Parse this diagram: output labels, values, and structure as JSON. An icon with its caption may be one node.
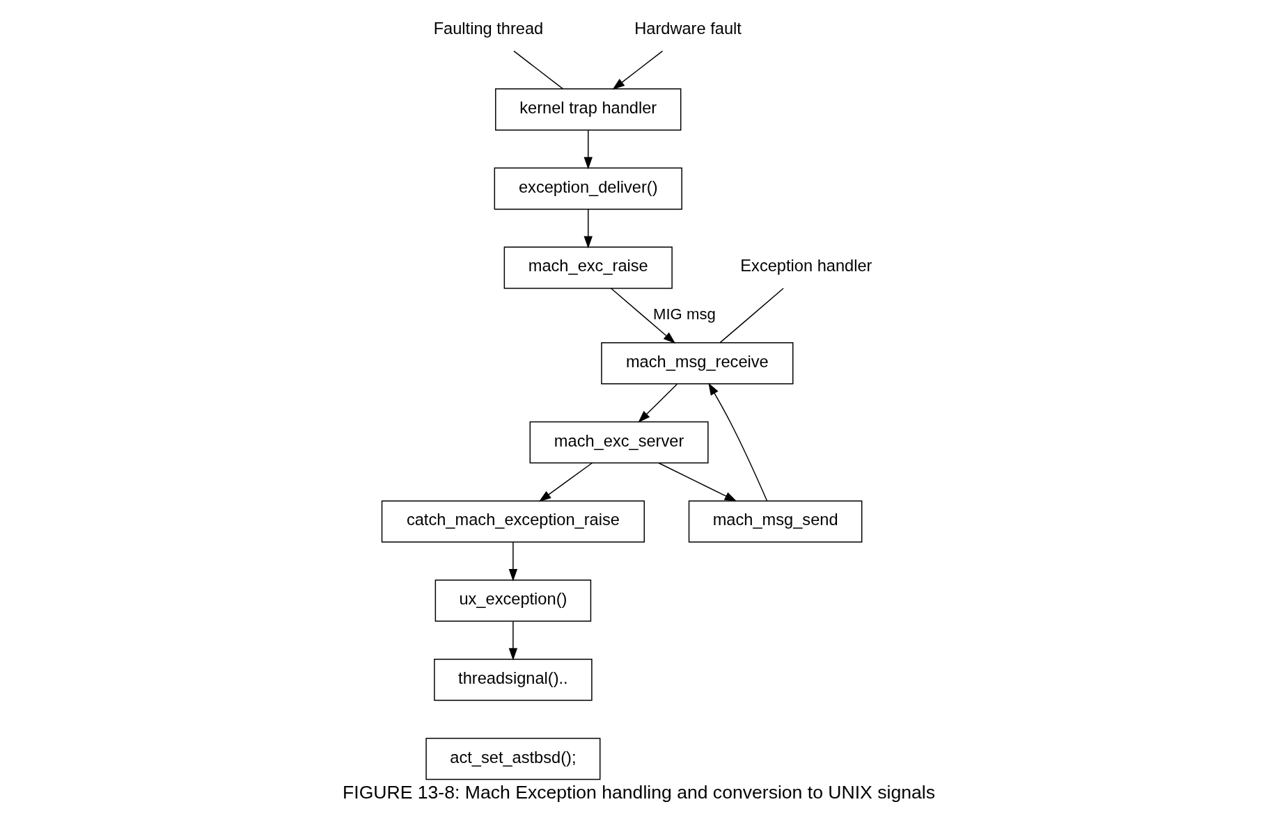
{
  "diagram": {
    "caption": "FIGURE 13-8: Mach Exception handling and conversion to UNIX signals",
    "nodes": [
      {
        "text": [
          "Faulting thread"
        ]
      },
      {
        "text": [
          "Hardware fault"
        ]
      },
      {
        "text": [
          "kernel trap handler"
        ]
      },
      {
        "text": [
          "exception_deliver()"
        ]
      },
      {
        "text": [
          "mach_exc_raise"
        ]
      },
      {
        "text": [
          "Exception handler"
        ]
      },
      {
        "text": [
          "mach_msg_receive"
        ]
      },
      {
        "text": [
          "mach_exc_server"
        ]
      },
      {
        "text": [
          "mach_msg_send"
        ]
      },
      {
        "text": [
          "catch_mach_exception_raise"
        ]
      },
      {
        "text": [
          "ux_exception()"
        ]
      },
      {
        "text": [
          "threadsignal().."
        ]
      },
      {
        "text": [
          "act_set_astbsd();"
        ]
      }
    ],
    "edges": [
      {
        "from": 0,
        "to": 2,
        "arrow": "none"
      },
      {
        "from": 1,
        "to": 2,
        "arrow": "to"
      },
      {
        "from": 2,
        "to": 3,
        "arrow": "to"
      },
      {
        "from": 3,
        "to": 4,
        "arrow": "to"
      },
      {
        "from": 4,
        "to": 6,
        "arrow": "to",
        "label": "MIG msg"
      },
      {
        "from": 5,
        "to": 6,
        "arrow": "none"
      },
      {
        "from": 6,
        "to": 7,
        "arrow": "to"
      },
      {
        "from": 7,
        "to": 8,
        "arrow": "to"
      },
      {
        "from": 8,
        "to": 6,
        "arrow": "to"
      },
      {
        "from": 7,
        "to": 9,
        "arrow": "to"
      },
      {
        "from": 9,
        "to": 10,
        "arrow": "to"
      },
      {
        "from": 10,
        "to": 11,
        "arrow": "to"
      }
    ]
  }
}
